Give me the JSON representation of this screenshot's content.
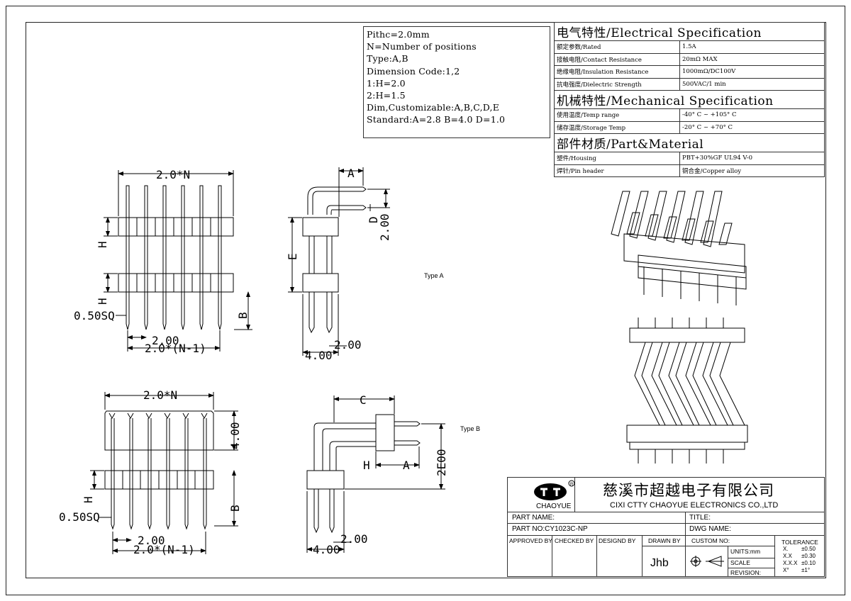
{
  "notes": {
    "lines": [
      "Pithc=2.0mm",
      "N=Number of positions",
      "Type:A,B",
      "Dimension Code:1,2",
      "1:H=2.0",
      "2:H=1.5",
      "Dim,Customizable:A,B,C,D,E",
      "Standard:A=2.8 B=4.0 D=1.0"
    ]
  },
  "spec": {
    "electrical_title": "电气特性/Electrical Specification",
    "electrical_rows": [
      {
        "label": "额定参数/Rated",
        "value": "1.5A"
      },
      {
        "label": "接触电阻/Contact Resistance",
        "value": "20mΩ MAX"
      },
      {
        "label": "绝缘电阻/Insulation Resistance",
        "value": "1000mΩ/DC100V"
      },
      {
        "label": "抗电强度/Dielectric Strength",
        "value": "500VAC/1 min"
      }
    ],
    "mechanical_title": "机械特性/Mechanical Specification",
    "mechanical_rows": [
      {
        "label": "使用温度/Temp range",
        "value": "-40° C ~ +105° C"
      },
      {
        "label": "储存温度/Storage Temp",
        "value": "-20° C ~ +70° C"
      }
    ],
    "material_title": "部件材质/Part&Material",
    "material_rows": [
      {
        "label": "塑件/Housing",
        "value": "PBT+30%GF  UL94  V-0"
      },
      {
        "label": "焊针/Pin header",
        "value": "铜合金/Copper alloy"
      }
    ]
  },
  "drawing": {
    "type_a_label": "Type A",
    "type_b_label": "Type B",
    "dims": {
      "pitch_n": "2.0*N",
      "pitch_n1": "2.0*(N-1)",
      "pitch": "2.00",
      "sq": "0.50SQ",
      "h": "H",
      "b": "B",
      "a": "A",
      "c": "C",
      "d": "D",
      "e": "E",
      "four": "4.00",
      "two_side": "2.00",
      "two_e": "2E00"
    }
  },
  "titleblock": {
    "logo_text": "CHAOYUE",
    "company_cn": "慈溪市超越电子有限公司",
    "company_en": "CIXI CTTY CHAOYUE ELECTRONICS CO.,LTD",
    "part_name_label": "PART NAME:",
    "title_label": "TITLE:",
    "part_no_label": "PART NO:",
    "part_no_value": "CY1023C-NP",
    "dwg_name_label": "DWG NAME:",
    "approved_by": "APPROVED BY",
    "checked_by": "CHECKED BY",
    "designed_by": "DESIGND BY",
    "drawn_by": "DRAWN BY",
    "drawn_by_value": "Jhb",
    "custom_no": "CUSTOM NO:",
    "units": "UNITS:mm",
    "scale": "SCALE",
    "revision": "REVISION:",
    "tolerance_title": "TOLERANCE",
    "tolerances": [
      {
        "k": "X.",
        "v": "±0.50"
      },
      {
        "k": "X.X",
        "v": "±0.30"
      },
      {
        "k": "X.X.X",
        "v": "±0.10"
      },
      {
        "k": "X°",
        "v": "±1°"
      }
    ]
  }
}
